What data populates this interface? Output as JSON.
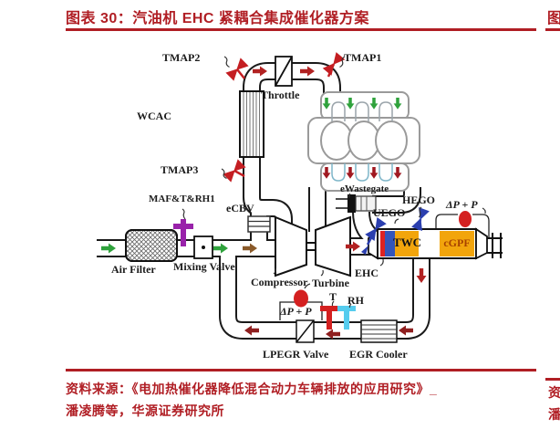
{
  "header": {
    "title": "图表 30：汽油机 EHC 紧耦合集成催化器方案"
  },
  "footer": {
    "source_line1": "资料来源：《电加热催化器降低混合动力车辆排放的应用研究》_",
    "source_line2": "潘凌腾等，华源证券研究所"
  },
  "adjacent_column": {
    "title_fragment": "图",
    "source_fragment_line1": "资",
    "source_fragment_line2": "潘"
  },
  "diagram": {
    "labels": {
      "tmap2": "TMAP2",
      "throttle": "Throttle",
      "tmap1": "TMAP1",
      "wcac": "WCAC",
      "tmap3": "TMAP3",
      "maf": "MAF&T&RH1",
      "ecbv": "eCBV",
      "ewastegate": "eWastegate",
      "hego": "HEGO",
      "uego": "UEGO",
      "dp_top": "ΔP + P",
      "air_filter": "Air Filter",
      "mixing_valve": "Mixing Valve",
      "compressor": "Compressor",
      "turbine": "Turbine",
      "ehc": "EHC",
      "twc": "TWC",
      "cgpf": "cGPF",
      "dp_bottom": "ΔP + P",
      "t": "T",
      "rh": "RH",
      "lpegr_valve": "LPEGR Valve",
      "egr_cooler": "EGR Cooler"
    },
    "palette": {
      "accent_red": "#B01E24",
      "pipe_black": "#1a1a1a",
      "catalyst_orange": "#F2A50C",
      "ehc_strip_red": "#DD2222",
      "substrate_blue": "#3355BB",
      "sensor_red": "#C41E22",
      "sensor_blue": "#2B3FAF",
      "sensor_purple": "#9922AA",
      "sensor_cyan": "#55CCEE",
      "flow_green": "#2FA23C",
      "flow_brown": "#8a5a2a",
      "flow_maroon": "#8f1f1f"
    }
  }
}
